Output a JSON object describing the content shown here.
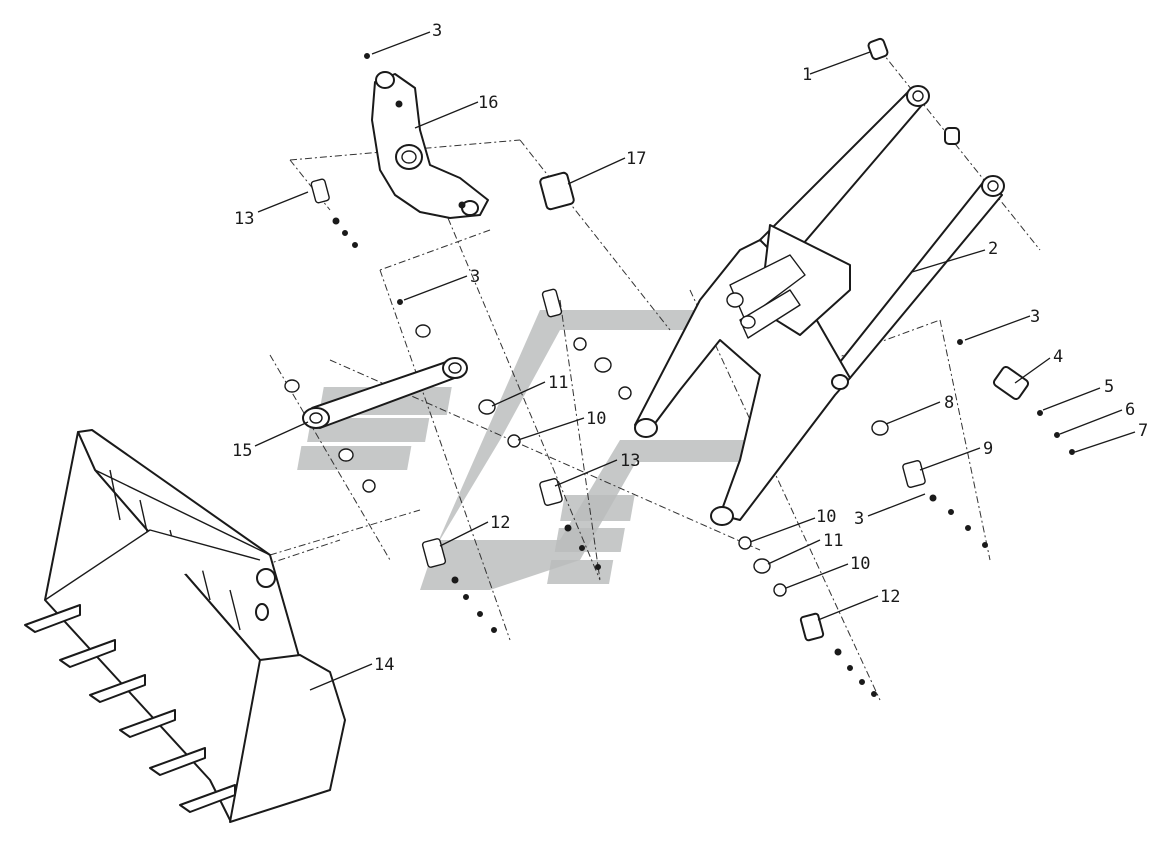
{
  "diagram": {
    "callouts": {
      "c1": "1",
      "c2": "2",
      "c3a": "3",
      "c3b": "3",
      "c3c": "3",
      "c3d": "3",
      "c4": "4",
      "c5": "5",
      "c6": "6",
      "c7": "7",
      "c8": "8",
      "c9": "9",
      "c10a": "10",
      "c10b": "10",
      "c10c": "10",
      "c11a": "11",
      "c11b": "11",
      "c12a": "12",
      "c12b": "12",
      "c13a": "13",
      "c13b": "13",
      "c14": "14",
      "c15": "15",
      "c16": "16",
      "c17": "17"
    },
    "icons": {
      "watermark": "watermark-logo",
      "bucket": "bucket-icon",
      "boom": "boom-arm-icon",
      "rocker": "rocker-arm-icon",
      "link": "link-rod-icon"
    }
  }
}
